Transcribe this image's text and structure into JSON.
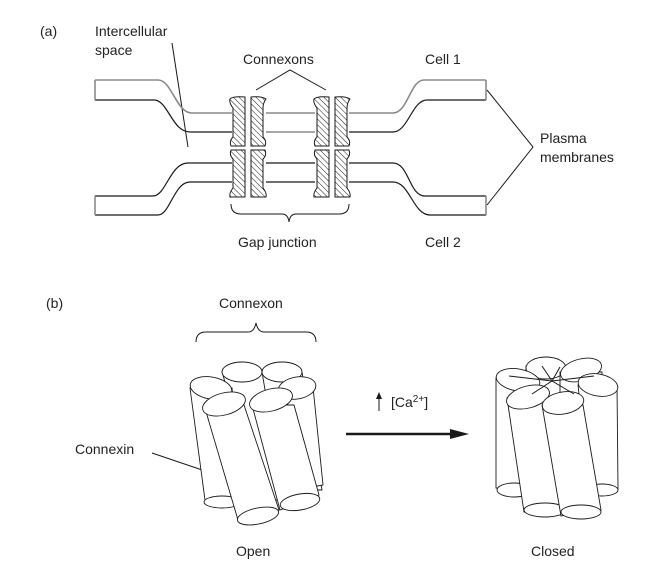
{
  "panel_a": {
    "label": "(a)",
    "intercellular_space": [
      "Intercellular",
      "space"
    ],
    "connexons": "Connexons",
    "cell1": "Cell 1",
    "cell2": "Cell 2",
    "plasma_membranes": [
      "Plasma",
      "membranes"
    ],
    "gap_junction": "Gap junction"
  },
  "panel_b": {
    "label": "(b)",
    "connexon": "Connexon",
    "connexin": "Connexin",
    "stimulus": "[Ca",
    "stimulus_sup": "2+",
    "stimulus_close": "]",
    "open": "Open",
    "closed": "Closed"
  },
  "colors": {
    "line": "#1a1a1a",
    "membrane_gray": "#8a8a8a",
    "text": "#222222",
    "background": "#ffffff"
  }
}
